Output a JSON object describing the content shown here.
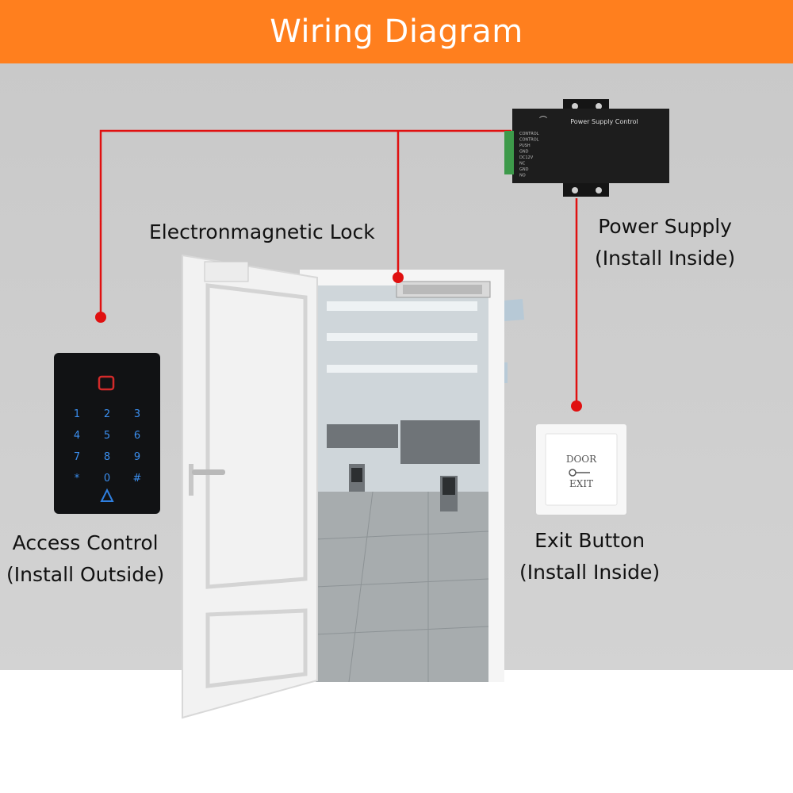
{
  "header": {
    "title": "Wiring Diagram"
  },
  "labels": {
    "lock": "Electronmagnetic Lock",
    "power_supply": "Power Supply",
    "power_supply_note": "(Install Inside)",
    "access_control": "Access Control",
    "access_control_note": "(Install Outside)",
    "exit_button": "Exit Button",
    "exit_button_note": "(Install Inside)"
  },
  "devices": {
    "keypad_keys": [
      "1",
      "2",
      "3",
      "4",
      "5",
      "6",
      "7",
      "8",
      "9",
      "*",
      "0",
      "#"
    ],
    "exit_button_text_top": "DOOR",
    "exit_button_text_bottom": "EXIT",
    "power_box_title": "Power Supply Control",
    "power_box_terminals": [
      "CONTROL",
      "CONTROL",
      "PUSH",
      "GND",
      "DC12V",
      "NC",
      "GND",
      "NO"
    ]
  },
  "colors": {
    "header": "#ff7f1e",
    "wire": "#e01010",
    "wall": "#cfcfcf"
  }
}
